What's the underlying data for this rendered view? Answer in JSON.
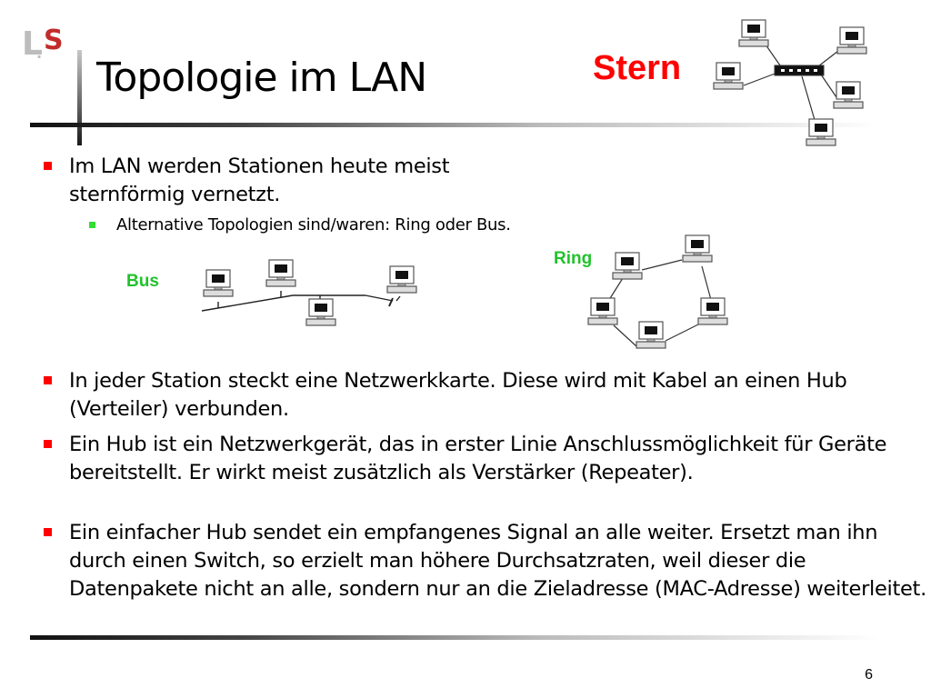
{
  "slide": {
    "logo_text": "LS",
    "title": "Topologie im LAN",
    "page_number": "6"
  },
  "topologies": {
    "star_label": "Stern",
    "ring_label": "Ring",
    "bus_label": "Bus"
  },
  "bullets": [
    {
      "text": "Im LAN werden Stationen heute  meist sternförmig vernetzt.",
      "sub": "Alternative Topologien sind/waren: Ring oder Bus."
    },
    {
      "text": "In jeder Station steckt eine Netzwerkkarte. Diese wird mit Kabel an einen Hub (Verteiler) verbunden."
    },
    {
      "text": "Ein Hub ist ein Netzwerkgerät, das in erster Linie Anschlussmöglichkeit für Geräte bereitstellt. Er wirkt meist zusätzlich als Verstärker (Repeater)."
    },
    {
      "text": "Ein einfacher Hub sendet ein empfangenes Signal an alle weiter. Ersetzt man ihn durch einen Switch, so erzielt man höhere Durchsatzraten, weil dieser die Datenpakete nicht an alle, sondern nur an die Zieladresse (MAC-Adresse) weiterleitet."
    }
  ],
  "colors": {
    "star_label": "#ff0000",
    "topology_labels": "#22c22c",
    "bullet_marker": "#ff0000",
    "sub_bullet_marker": "#33dd33"
  }
}
